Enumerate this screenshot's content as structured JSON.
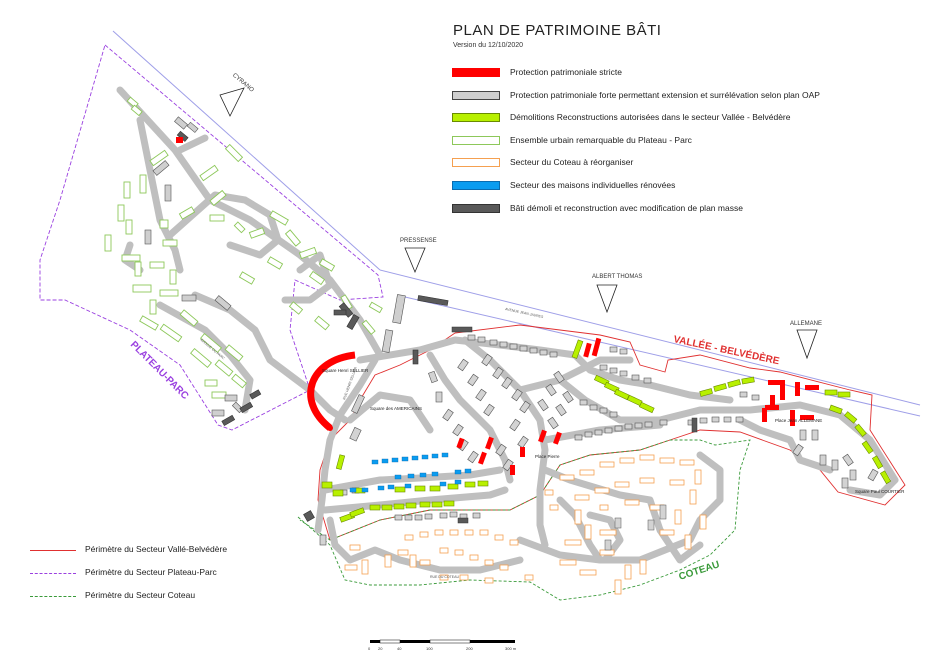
{
  "title": "PLAN DE PATRIMOINE BÂTI",
  "version": "Version du   12/10/2020",
  "legend": [
    {
      "label": "Protection patrimoniale stricte",
      "fill": "#ff0000",
      "stroke": "#ff0000"
    },
    {
      "label": "Protection patrimoniale forte permettant extension et surrélévation selon plan OAP",
      "fill": "#cfcfcf",
      "stroke": "#444444"
    },
    {
      "label": "Démolitions Reconstructions autorisées dans le secteur Vallée - Belvédère",
      "fill": "#b8f000",
      "stroke": "#6a8c00"
    },
    {
      "label": "Ensemble urbain remarquable du Plateau - Parc",
      "fill": "#ffffff",
      "stroke": "#8dc85a"
    },
    {
      "label": "Secteur du Coteau à réorganiser",
      "fill": "#ffffff",
      "stroke": "#f5a050"
    },
    {
      "label": "Secteur des maisons individuelles rénovées",
      "fill": "#0a9cf0",
      "stroke": "#0a6cb0"
    },
    {
      "label": "Bâti démoli et reconstruction avec modification de plan masse",
      "fill": "#595959",
      "stroke": "#333333"
    }
  ],
  "perimeters": [
    {
      "label": "Périmètre du Secteur Vallé-Belvédère",
      "color": "#e03030"
    },
    {
      "label": "Périmètre du Secteur Plateau-Parc",
      "color": "#9a40e0"
    },
    {
      "label": "Périmètre du Secteur Coteau",
      "color": "#3a9a3a"
    }
  ],
  "map": {
    "sectors": {
      "plateau": "PLATEAU-PARC",
      "vallee": "VALLÉE - BELVÉDÈRE",
      "coteau": "COTEAU"
    },
    "viewpoints": [
      "CYRANO",
      "PRESSENSE",
      "ALBERT THOMAS",
      "ALLEMANE"
    ],
    "squares": {
      "sellier": "Square Henri SELLIER",
      "americains": "Square des AMERICAINS",
      "place": "Place Pierre",
      "allemane": "Place Jean ALLEMANE",
      "courtier": "Square Paul COURTIER"
    },
    "streets": {
      "jaures": "AVENUE JEAN JAURES",
      "hedi": "RUE DE LA SEINE",
      "avenue_parc": "AVENUE DU PARC",
      "rue_coteau": "RUE DU COTEAU",
      "rue_sellier": "RUE HENRI SELLIER"
    }
  },
  "scale": {
    "labels": [
      "0",
      "20",
      "40",
      "100",
      "200",
      "300 m"
    ]
  }
}
